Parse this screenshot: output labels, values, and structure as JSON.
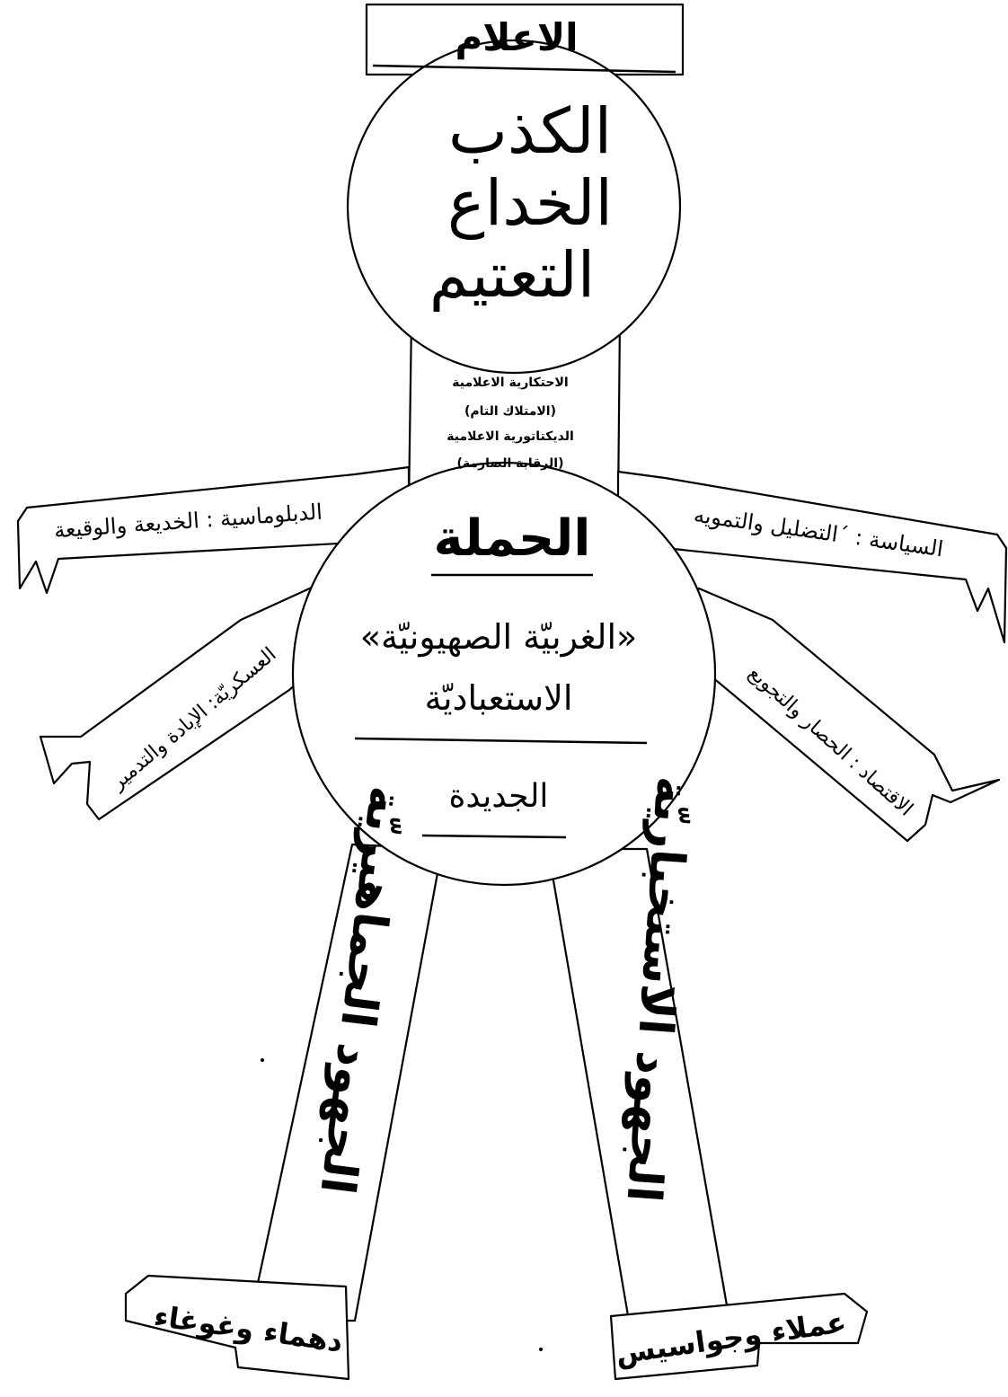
{
  "head": {
    "top_label": "الاعلام",
    "line1": "الكذب",
    "line2": "الخداع",
    "line3": "التعتيم"
  },
  "neck": {
    "line1": "الاحتكارية الاعلامية",
    "line2": "(الامتلاك التام)",
    "line3": "الديكتاتورية الاعلامية",
    "line4": "(الرقابة الصارمة)"
  },
  "body": {
    "title": "الحملة",
    "line1": "«الغربيّة الصهيونيّة»",
    "line2": "الاستعباديّة",
    "line3": "الجديدة"
  },
  "arms": {
    "upper_left": "الدبلوماسية : الخديعة والوقيعة",
    "upper_right": "السياسة : ´التضليل والتمويه",
    "lower_left": "العسكريّة: الإبادة والتدمير",
    "lower_right": "الاقتصاد : الحصار والتجويع"
  },
  "legs": {
    "left": "الجهود الجماهيريّة",
    "right": "الجهود الاستخباريّة"
  },
  "feet": {
    "left": "دهماء وغوغاء",
    "right": "عملاء وجواسيس"
  }
}
